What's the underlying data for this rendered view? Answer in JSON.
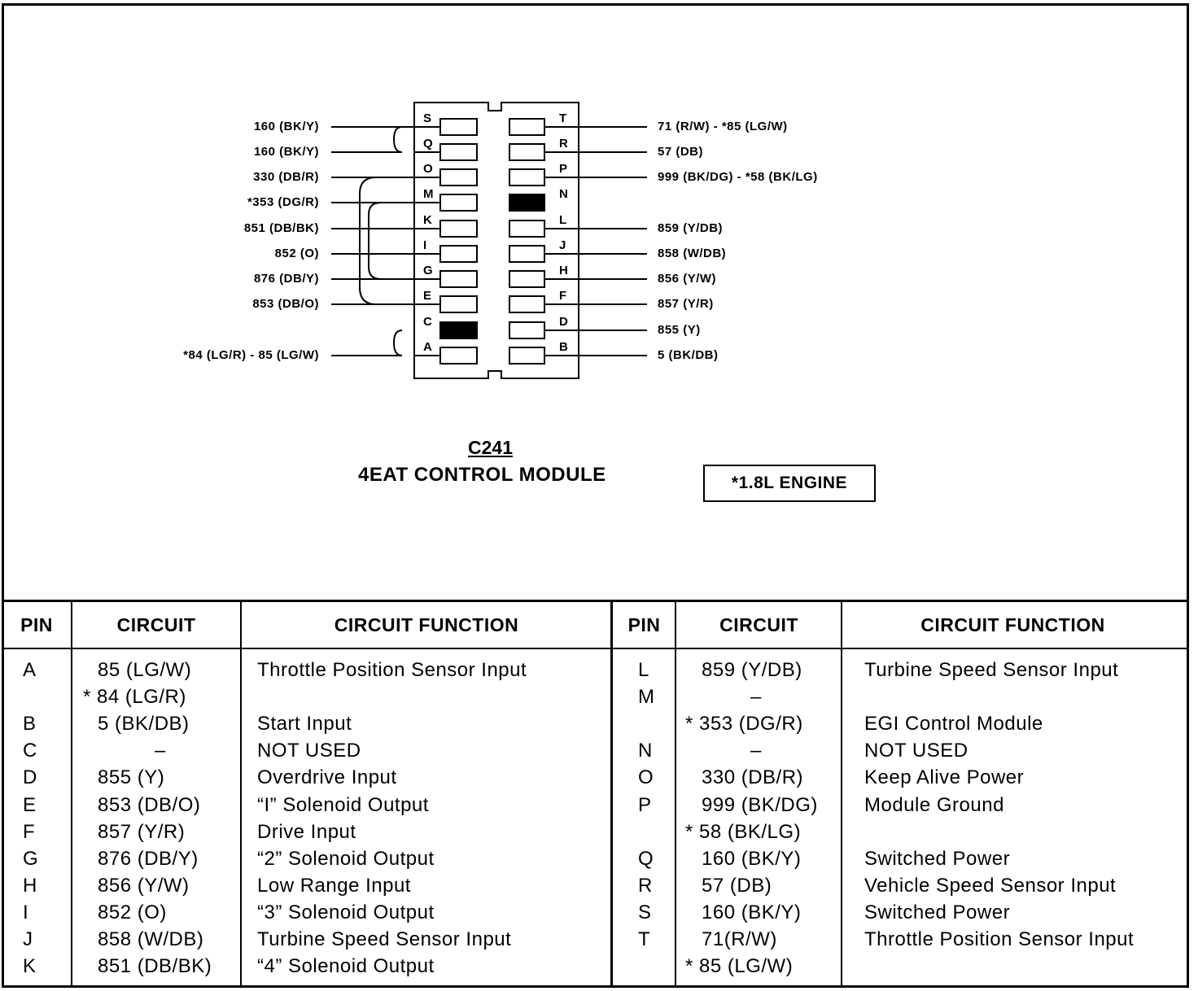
{
  "connector": {
    "name": "C241",
    "module": "4EAT CONTROL MODULE",
    "note": "*1.8L ENGINE",
    "left_wires": [
      {
        "pin": "S",
        "label": "160 (BK/Y)"
      },
      {
        "pin": "Q",
        "label": "160 (BK/Y)"
      },
      {
        "pin": "O",
        "label": "330 (DB/R)"
      },
      {
        "pin": "M",
        "label": "*353 (DG/R)"
      },
      {
        "pin": "K",
        "label": "851 (DB/BK)"
      },
      {
        "pin": "I",
        "label": "852 (O)"
      },
      {
        "pin": "G",
        "label": "876 (DB/Y)"
      },
      {
        "pin": "E",
        "label": "853 (DB/O)"
      },
      {
        "pin": "C",
        "label": ""
      },
      {
        "pin": "A",
        "label": "*84 (LG/R) - 85 (LG/W)"
      }
    ],
    "right_wires": [
      {
        "pin": "T",
        "label": "71 (R/W) - *85 (LG/W)"
      },
      {
        "pin": "R",
        "label": "57 (DB)"
      },
      {
        "pin": "P",
        "label": "999 (BK/DG)  - *58 (BK/LG)"
      },
      {
        "pin": "N",
        "label": ""
      },
      {
        "pin": "L",
        "label": "859 (Y/DB)"
      },
      {
        "pin": "J",
        "label": "858 (W/DB)"
      },
      {
        "pin": "H",
        "label": "856 (Y/W)"
      },
      {
        "pin": "F",
        "label": "857 (Y/R)"
      },
      {
        "pin": "D",
        "label": "855 (Y)"
      },
      {
        "pin": "B",
        "label": "5 (BK/DB)"
      }
    ]
  },
  "table": {
    "headers": [
      "PIN",
      "CIRCUIT",
      "CIRCUIT FUNCTION",
      "PIN",
      "CIRCUIT",
      "CIRCUIT FUNCTION"
    ],
    "left_rows": [
      {
        "pin": "A",
        "circuit": "85 (LG/W)",
        "function": "Throttle Position Sensor Input"
      },
      {
        "pin": "",
        "circuit": "* 84 (LG/R)",
        "function": ""
      },
      {
        "pin": "B",
        "circuit": "5 (BK/DB)",
        "function": "Start Input"
      },
      {
        "pin": "C",
        "circuit": "–",
        "function": "NOT USED"
      },
      {
        "pin": "D",
        "circuit": "855 (Y)",
        "function": "Overdrive Input"
      },
      {
        "pin": "E",
        "circuit": "853 (DB/O)",
        "function": "“I” Solenoid Output"
      },
      {
        "pin": "F",
        "circuit": "857 (Y/R)",
        "function": "Drive Input"
      },
      {
        "pin": "G",
        "circuit": "876 (DB/Y)",
        "function": "“2” Solenoid Output"
      },
      {
        "pin": "H",
        "circuit": "856 (Y/W)",
        "function": "Low Range Input"
      },
      {
        "pin": "I",
        "circuit": "852 (O)",
        "function": "“3” Solenoid Output"
      },
      {
        "pin": "J",
        "circuit": "858 (W/DB)",
        "function": "Turbine Speed Sensor Input"
      },
      {
        "pin": "K",
        "circuit": "851 (DB/BK)",
        "function": "“4” Solenoid Output"
      }
    ],
    "right_rows": [
      {
        "pin": "L",
        "circuit": "859 (Y/DB)",
        "function": "Turbine Speed Sensor Input"
      },
      {
        "pin": "M",
        "circuit": "–",
        "function": ""
      },
      {
        "pin": "",
        "circuit": "* 353 (DG/R)",
        "function": "EGI Control Module"
      },
      {
        "pin": "N",
        "circuit": "–",
        "function": "NOT USED"
      },
      {
        "pin": "O",
        "circuit": "330 (DB/R)",
        "function": "Keep Alive Power"
      },
      {
        "pin": "P",
        "circuit": "999 (BK/DG)",
        "function": "Module Ground"
      },
      {
        "pin": "",
        "circuit": "* 58 (BK/LG)",
        "function": ""
      },
      {
        "pin": "Q",
        "circuit": "160 (BK/Y)",
        "function": "Switched Power"
      },
      {
        "pin": "R",
        "circuit": "57 (DB)",
        "function": "Vehicle Speed Sensor Input"
      },
      {
        "pin": "S",
        "circuit": "160 (BK/Y)",
        "function": "Switched Power"
      },
      {
        "pin": "T",
        "circuit": "71(R/W)",
        "function": "Throttle Position Sensor Input"
      },
      {
        "pin": "",
        "circuit": "* 85 (LG/W)",
        "function": ""
      }
    ]
  }
}
